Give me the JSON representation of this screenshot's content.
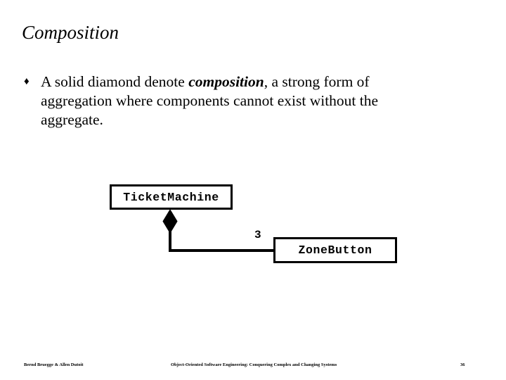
{
  "slide": {
    "title": "Composition",
    "page_number": "36"
  },
  "body": {
    "bullets": [
      {
        "marker": "♦",
        "text_before": "A solid diamond denote ",
        "emphasis": "composition",
        "text_after": ", a strong form of aggregation where components cannot exist without the aggregate."
      }
    ]
  },
  "diagram": {
    "type": "uml-class-diagram",
    "classes": [
      {
        "name": "TicketMachine"
      },
      {
        "name": "ZoneButton"
      }
    ],
    "association": {
      "kind": "composition",
      "adornment": "filled-diamond",
      "owner": "TicketMachine",
      "part": "ZoneButton",
      "multiplicity": "3"
    }
  },
  "footer": {
    "authors": "Bernd Bruegge & Allen Dutoit",
    "book_title": "Object-Oriented Software Engineering: Conquering Complex and Changing Systems",
    "page_number": "36"
  }
}
